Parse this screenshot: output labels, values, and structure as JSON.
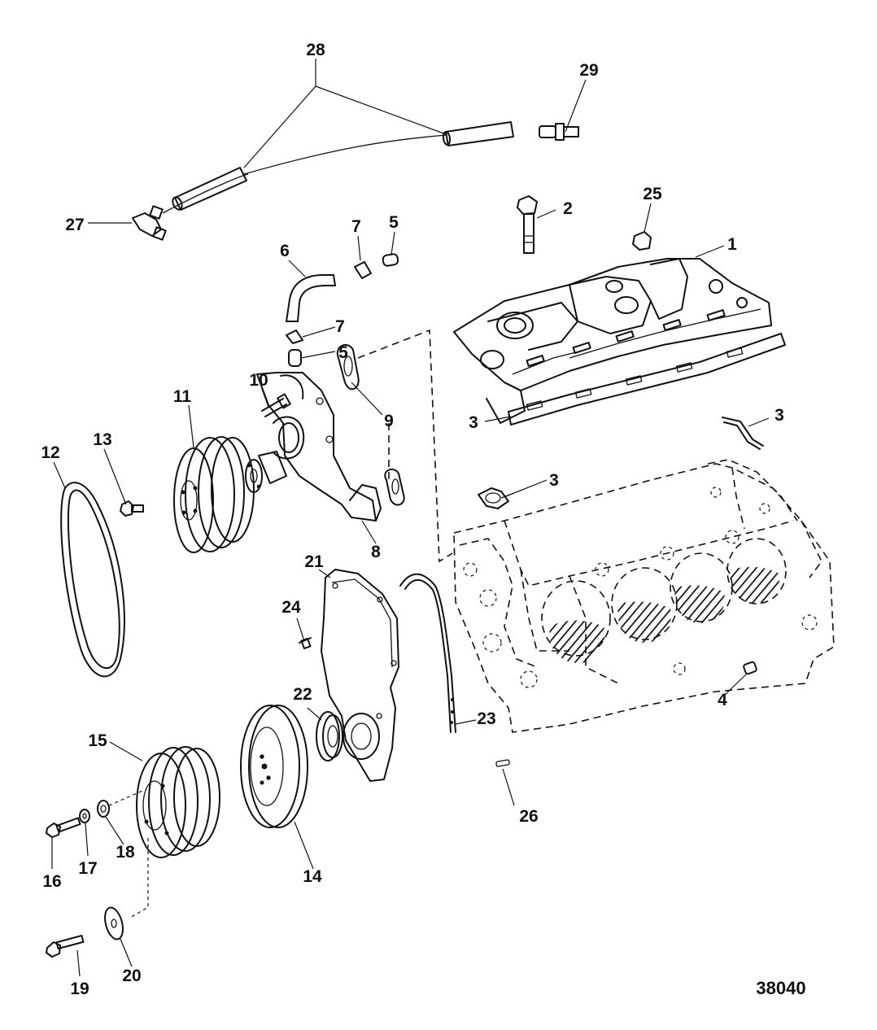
{
  "callouts": {
    "c1": "1",
    "c2": "2",
    "c3a": "3",
    "c3b": "3",
    "c3c": "3",
    "c4": "4",
    "c5a": "5",
    "c5b": "5",
    "c6": "6",
    "c7a": "7",
    "c7b": "7",
    "c8": "8",
    "c9": "9",
    "c10": "10",
    "c11": "11",
    "c12": "12",
    "c13": "13",
    "c14": "14",
    "c15": "15",
    "c16": "16",
    "c17": "17",
    "c18": "18",
    "c19": "19",
    "c20": "20",
    "c21": "21",
    "c22": "22",
    "c23": "23",
    "c24": "24",
    "c25": "25",
    "c26": "26",
    "c27": "27",
    "c28": "28",
    "c29": "29"
  },
  "figure_number": "38040"
}
